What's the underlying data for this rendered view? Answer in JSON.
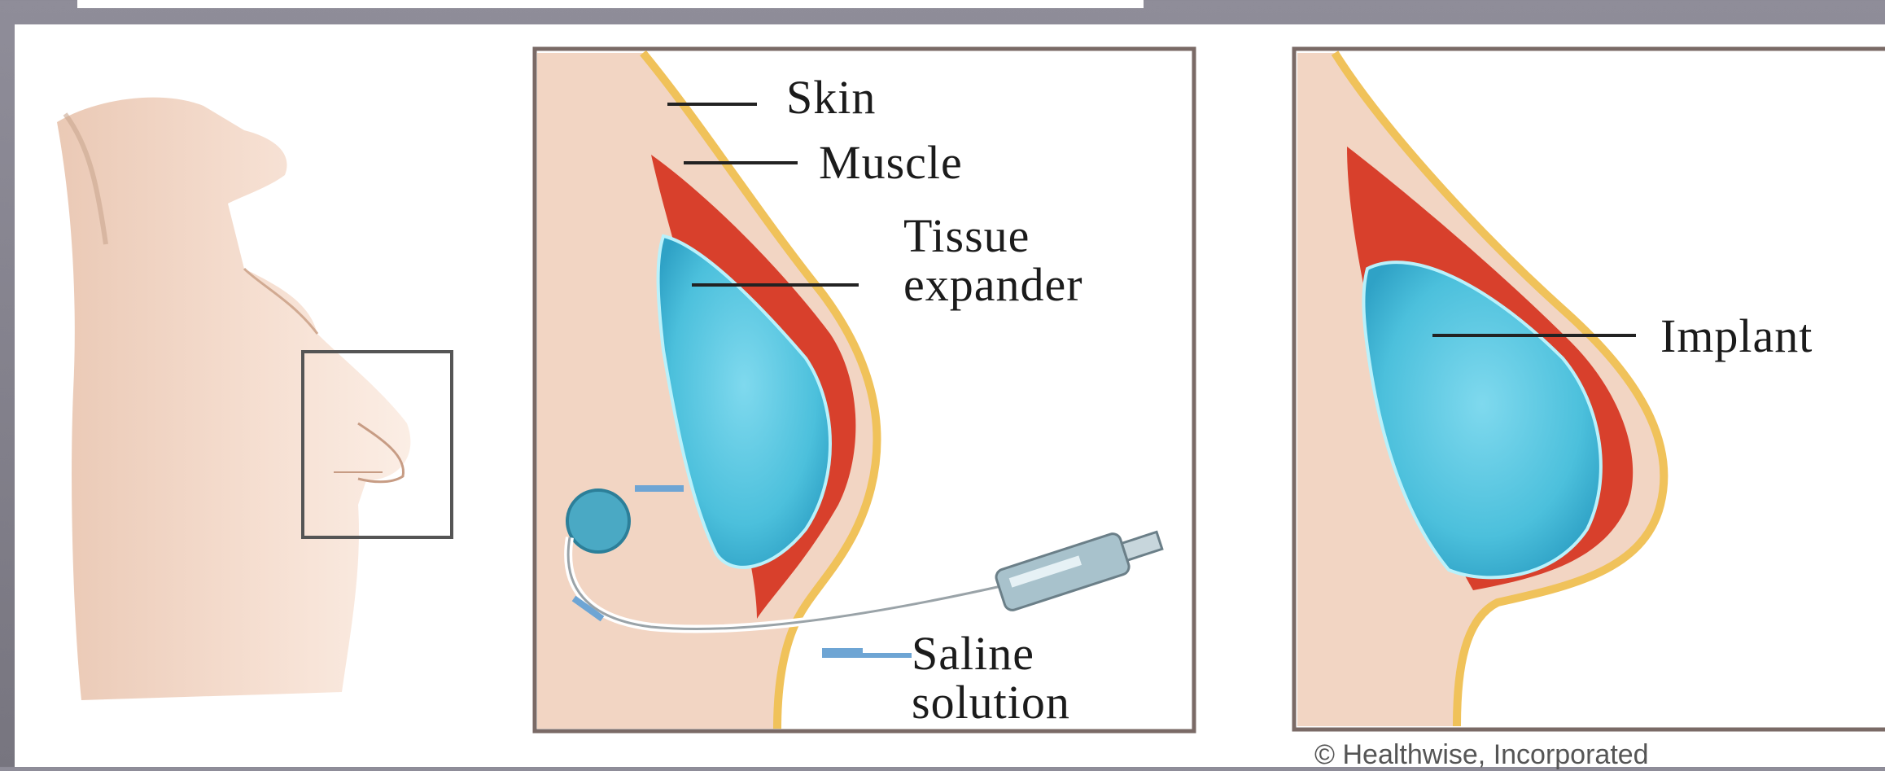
{
  "labels": {
    "skin": "Skin",
    "muscle": "Muscle",
    "tissue_expander_line1": "Tissue",
    "tissue_expander_line2": "expander",
    "saline_line1": "Saline",
    "saline_line2": "solution",
    "implant": "Implant"
  },
  "credit": "© Healthwise, Incorporated",
  "colors": {
    "skin": "#f3d9c8",
    "skin_shadow": "#e9bea6",
    "muscle": "#d8402c",
    "fat": "#f0c25a",
    "implant": "#52c7e0",
    "frame": "#7a6a66"
  }
}
